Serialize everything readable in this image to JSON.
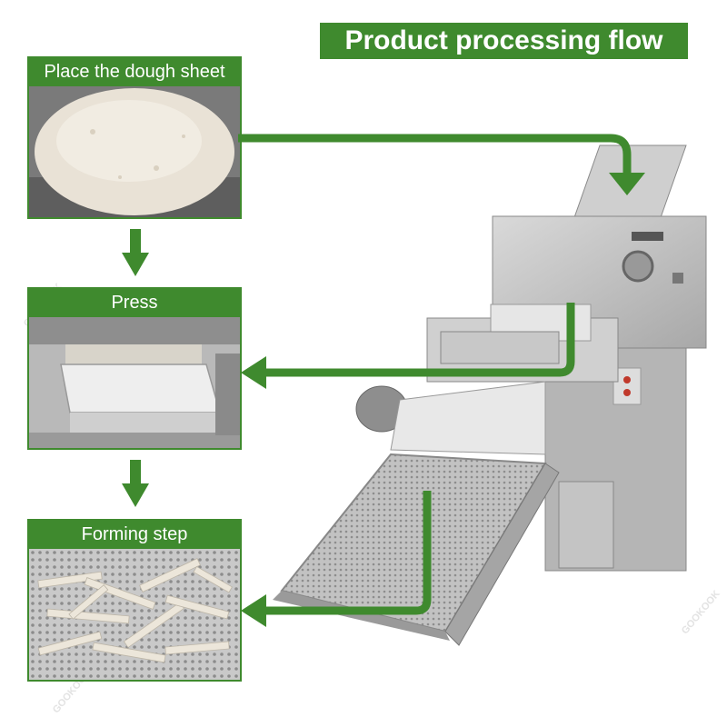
{
  "title": "Product processing flow",
  "steps": [
    {
      "label": "Place the dough sheet"
    },
    {
      "label": "Press"
    },
    {
      "label": "Forming step"
    }
  ],
  "watermark": "GOOKOOK",
  "colors": {
    "accent": "#3f8a2e",
    "arrow": "#3f8a2e"
  }
}
